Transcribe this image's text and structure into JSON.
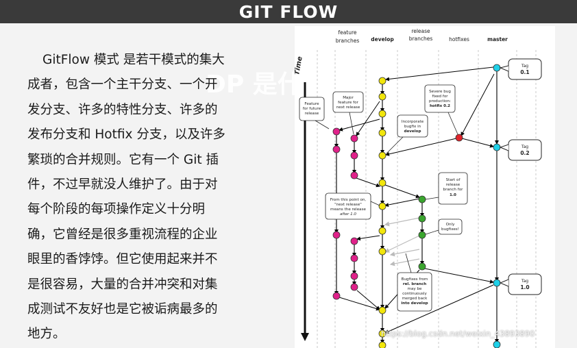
{
  "header": {
    "title": "GIT FLOW"
  },
  "paragraph": "GitFlow 模式 是若干模式的集大成者，包含一个主干分支、一个开发分支、许多的特性分支、许多的发布分支和 Hotfix 分支，以及许多繁琐的合并规则。它有一个 Git 插件，不过早就没人维护了。由于对每个阶段的每项操作定义十分明确，它曾经是很多重视流程的企业眼里的香饽饽。但它使用起来并不是很容易，大量的合并冲突和对集成测试不友好也是它被诟病最多的地方。",
  "watermark_text": "DP 是什",
  "diagram": {
    "time_label": "Time",
    "columns": [
      {
        "id": "feature",
        "line1": "feature",
        "line2": "branches",
        "bold": false
      },
      {
        "id": "develop",
        "line1": "develop",
        "line2": "",
        "bold": true
      },
      {
        "id": "release",
        "line1": "release",
        "line2": "branches",
        "bold": false
      },
      {
        "id": "hotfixes",
        "line1": "hotfixes",
        "line2": "",
        "bold": false
      },
      {
        "id": "master",
        "line1": "master",
        "line2": "",
        "bold": true
      }
    ],
    "notes": {
      "feature_future": [
        "Feature",
        "for future",
        "release"
      ],
      "major_feature": [
        "Major",
        "feature for",
        "next release"
      ],
      "severe_bug": [
        "Severe bug",
        "fixed for",
        "production:",
        "hotfix 0.2"
      ],
      "incorporate": [
        "Incorporate",
        "bugfix in",
        "develop"
      ],
      "start_release": [
        "Start of",
        "release",
        "branch for",
        "1.0"
      ],
      "from_this_point": [
        "From this point on,",
        "\"next release\"",
        "means the release",
        "after 1.0"
      ],
      "only_bugfixes": [
        "Only",
        "bugfixes!"
      ],
      "bugfixes_rel": [
        "Bugfixes from",
        "rel. branch",
        "may be",
        "continuously",
        "merged back",
        "into develop"
      ]
    },
    "tags": [
      {
        "label": "Tag",
        "version": "0.1"
      },
      {
        "label": "Tag",
        "version": "0.2"
      },
      {
        "label": "Tag",
        "version": "1.0"
      }
    ],
    "colors": {
      "feature": "#e0218a",
      "develop": "#f2e60c",
      "release": "#3aa52e",
      "hotfix": "#e0252c",
      "master": "#1ed0e8"
    }
  },
  "credit": "https://blog.csdn.net/weixin_43893890"
}
